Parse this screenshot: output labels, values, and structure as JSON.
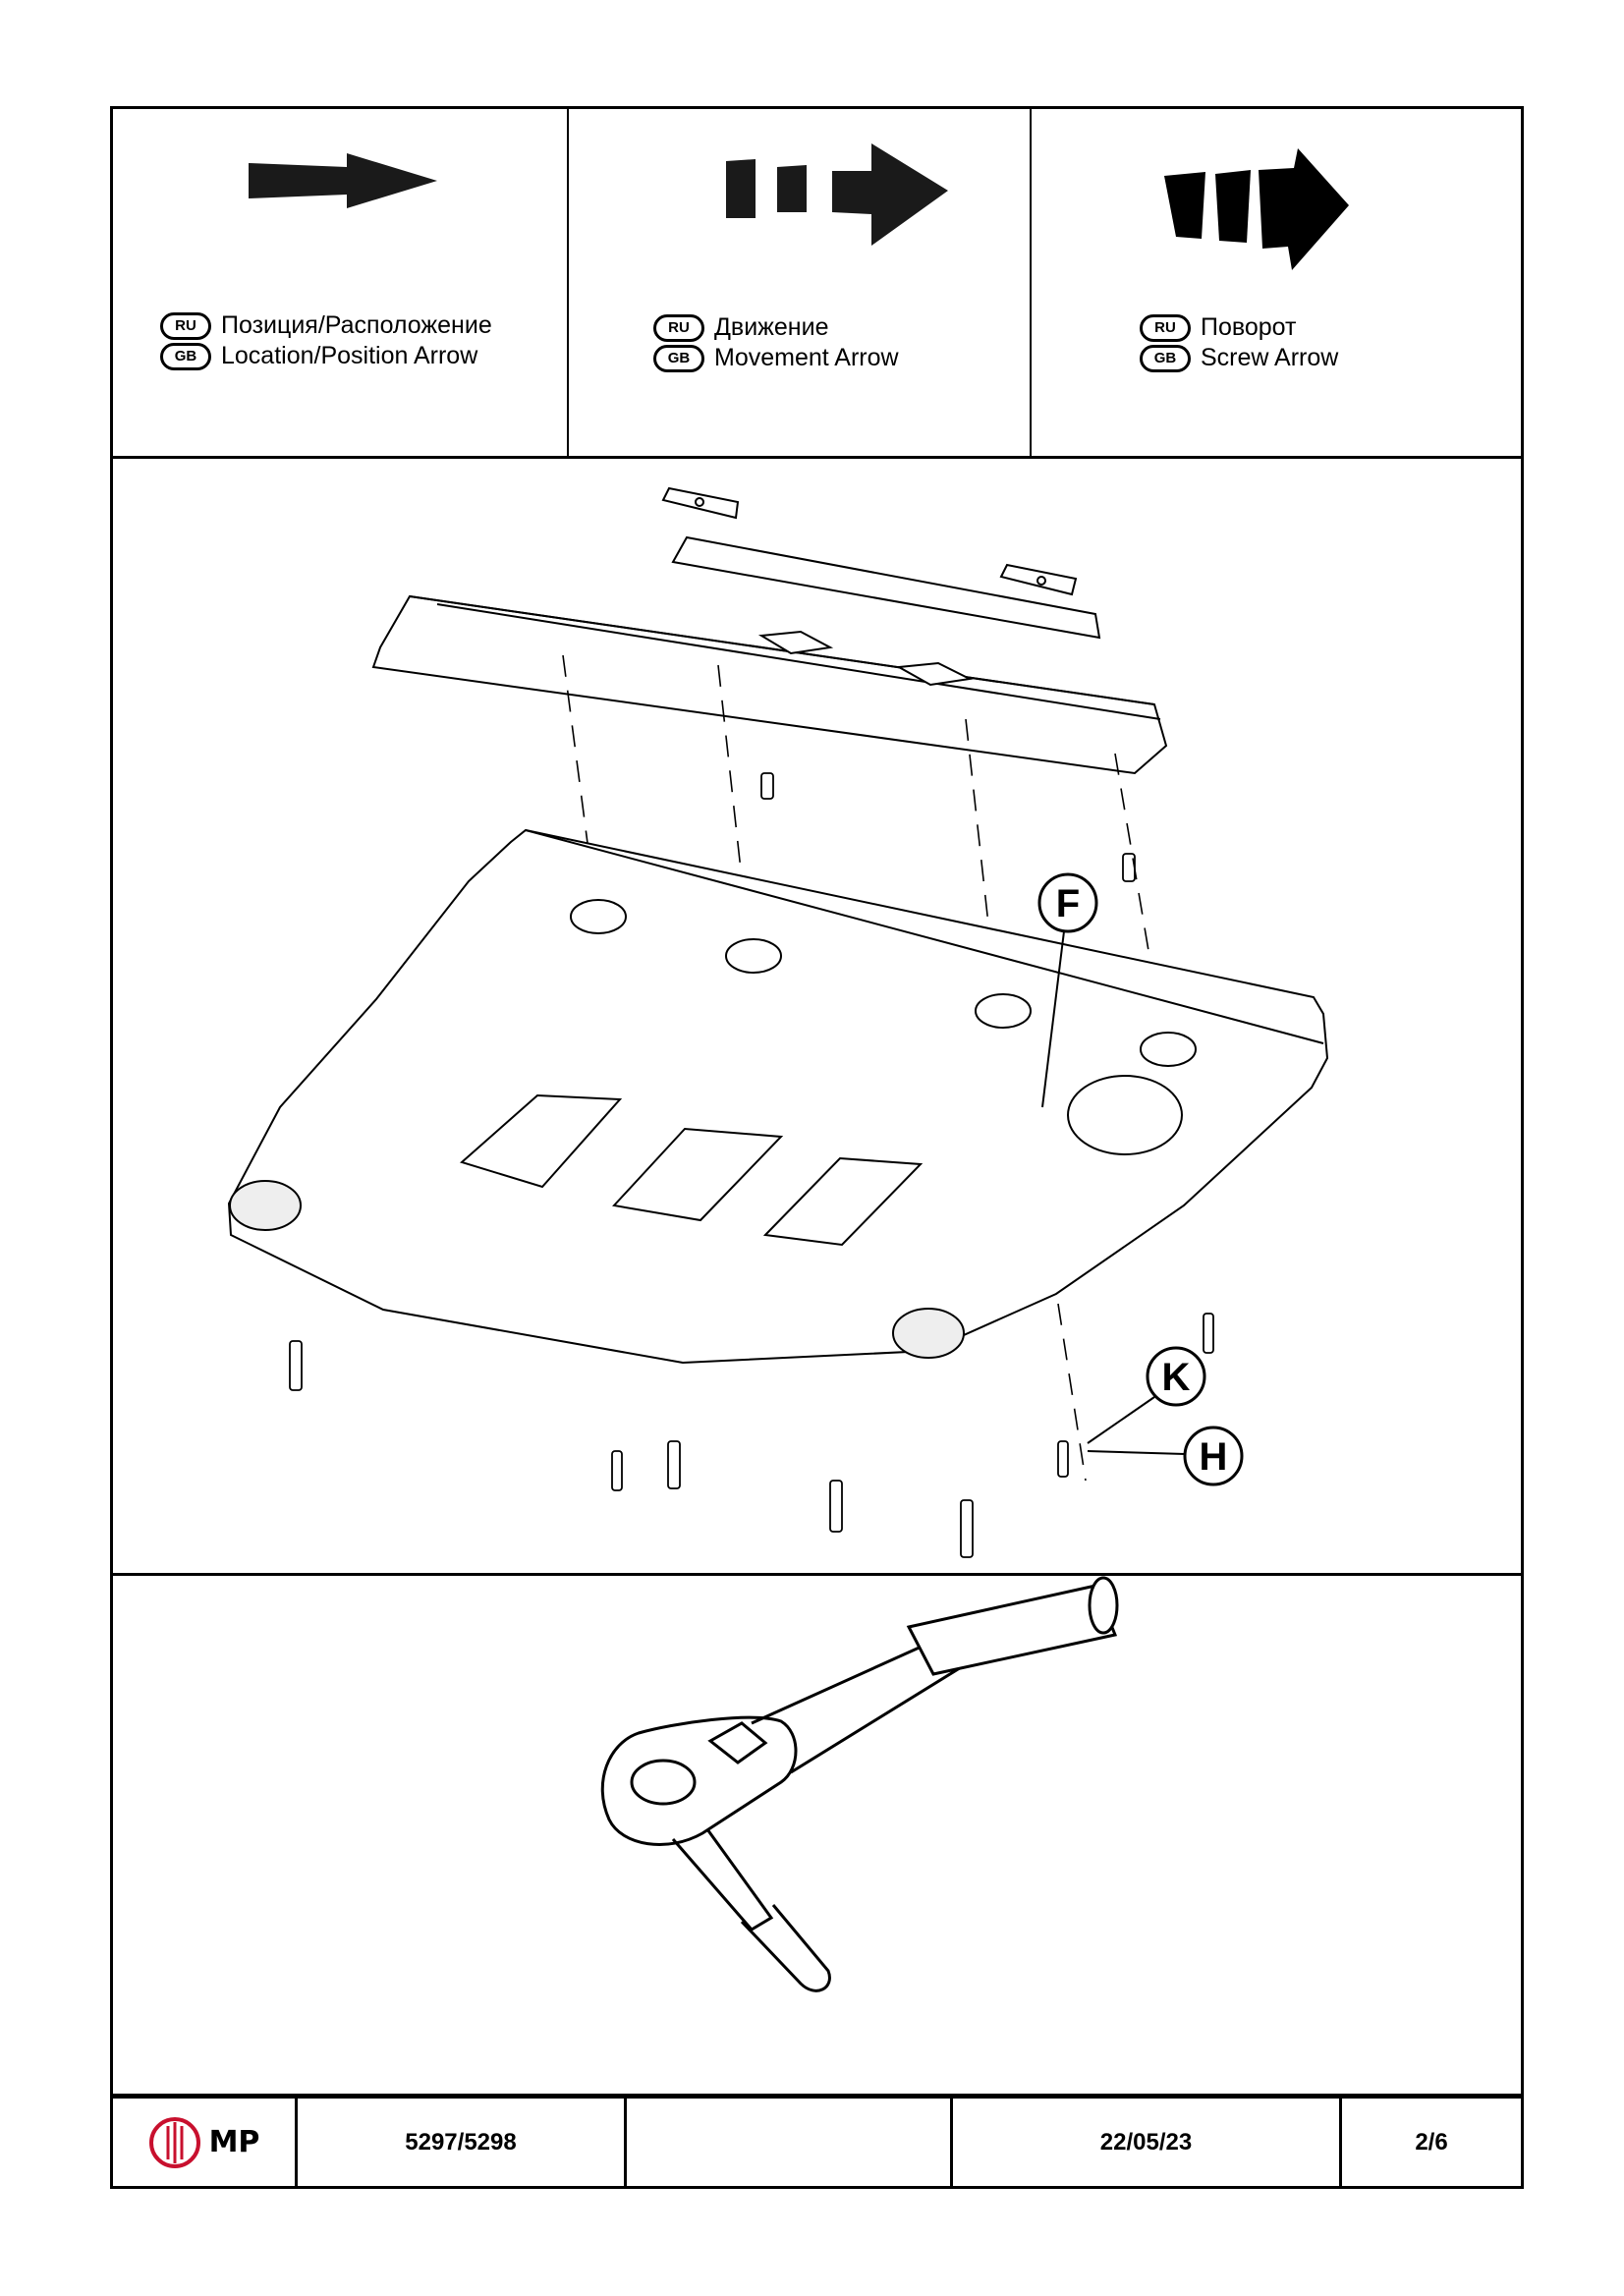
{
  "legend": [
    {
      "icon": "location-arrow-icon",
      "ru_badge": "RU",
      "gb_badge": "GB",
      "ru_text": "Позиция/Расположение",
      "gb_text": "Location/Position Arrow"
    },
    {
      "icon": "movement-arrow-icon",
      "ru_badge": "RU",
      "gb_badge": "GB",
      "ru_text": "Движение",
      "gb_text": "Movement Arrow"
    },
    {
      "icon": "screw-arrow-icon",
      "ru_badge": "RU",
      "gb_badge": "GB",
      "ru_text": "Поворот",
      "gb_text": "Screw Arrow"
    }
  ],
  "diagram": {
    "callouts": [
      "F",
      "K",
      "H"
    ]
  },
  "footer": {
    "logo_text": "MP",
    "logo_color": "#c8102e",
    "part_number": "5297/5298",
    "blank": "",
    "date": "22/05/23",
    "page": "2/6"
  }
}
